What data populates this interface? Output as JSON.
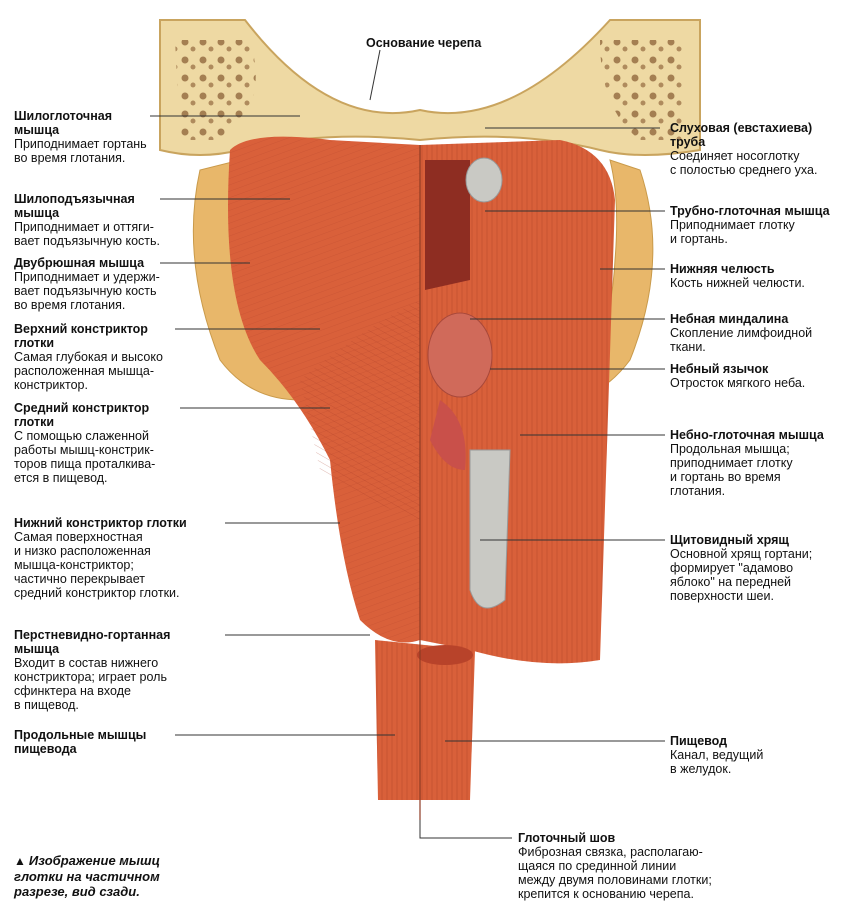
{
  "figure": {
    "top_label": "Основание черепа",
    "caption_marker": "▲",
    "caption": "Изображение мышц\nглотки на частичном\nразрезе, вид сзади."
  },
  "left_labels": [
    {
      "title": "Шилоглоточная\nмышца",
      "desc": "Приподнимает гортань\nво время глотания."
    },
    {
      "title": "Шилоподъязычная\nмышца",
      "desc": "Приподнимает и оттяги-\nвает подъязычную кость."
    },
    {
      "title": "Двубрюшная мышца",
      "desc": "Приподнимает и удержи-\nвает подъязычную кость\nво время глотания."
    },
    {
      "title": "Верхний констриктор\nглотки",
      "desc": "Самая глубокая и высоко\nрасположенная мышца-\nконстриктор."
    },
    {
      "title": "Средний констриктор\nглотки",
      "desc": "С помощью слаженной\nработы мышц-констрик-\nторов пища проталкива-\nется в пищевод."
    },
    {
      "title": "Нижний констриктор глотки",
      "desc": "Самая поверхностная\nи низко расположенная\nмышца-констриктор;\nчастично перекрывает\nсредний констриктор глотки."
    },
    {
      "title": "Перстневидно-гортанная\nмышца",
      "desc": "Входит в состав нижнего\nконстриктора; играет роль\nсфинктера на входе\nв пищевод."
    },
    {
      "title": "Продольные мышцы\nпищевода",
      "desc": ""
    }
  ],
  "right_labels": [
    {
      "title": "Слуховая (евстахиева)\nтруба",
      "desc": "Соединяет носоглотку\nс полостью среднего уха."
    },
    {
      "title": "Трубно-глоточная мышца",
      "desc": "Приподнимает глотку\nи гортань."
    },
    {
      "title": "Нижняя челюсть",
      "desc": "Кость нижней челюсти."
    },
    {
      "title": "Небная миндалина",
      "desc": "Скопление лимфоидной\nткани."
    },
    {
      "title": "Небный язычок",
      "desc": "Отросток мягкого неба."
    },
    {
      "title": "Небно-глоточная мышца",
      "desc": "Продольная мышца;\nприподнимает глотку\nи гортань во время\nглотания."
    },
    {
      "title": "Щитовидный хрящ",
      "desc": "Основной хрящ гортани;\nформирует \"адамово\nяблоко\" на передней\nповерхности шеи."
    },
    {
      "title": "Пищевод",
      "desc": "Канал, ведущий\nв желудок."
    }
  ],
  "bottom_label": {
    "title": "Глоточный шов",
    "desc": "Фиброзная связка, располагаю-\nщаяся по срединной линии\nмежду двумя половинами глотки;\nкрепится к основанию черепа."
  },
  "colors": {
    "muscle": "#d9603a",
    "muscle_dark": "#b8432a",
    "bone": "#eed9a3",
    "bone_dark": "#c9a45e",
    "cartilage": "#c9c9c4",
    "tonsil": "#d06a5a",
    "cavity": "#8e2d22"
  }
}
